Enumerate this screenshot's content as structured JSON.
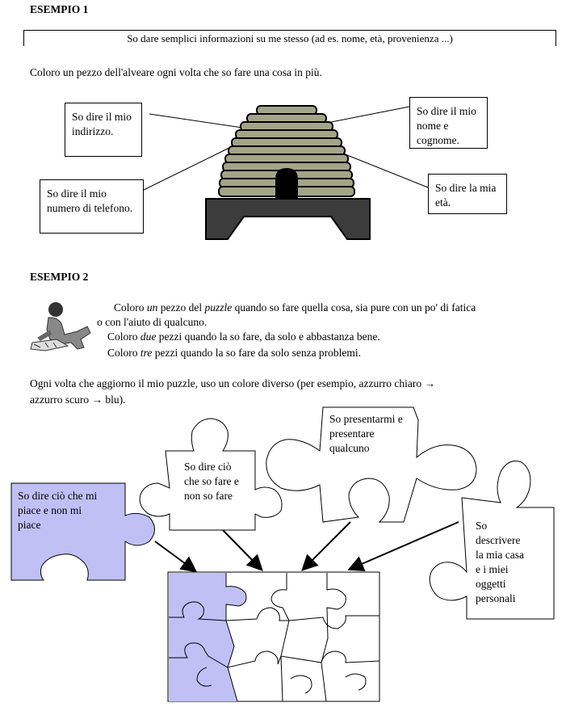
{
  "example1": {
    "heading": "ESEMPIO 1",
    "topic": "So dare semplici informazioni su me stesso (ad es. nome, età, provenienza ...)",
    "instruction": "Coloro un pezzo dell'alveare ogni volta che so fare una cosa in più.",
    "skills": {
      "address": "So dire il mio indirizzo.",
      "name": "So dire il mio nome e cognome.",
      "phone": "So dire il mio numero di telefono.",
      "age": "So dire la mia età."
    }
  },
  "example2": {
    "heading": "ESEMPIO 2",
    "line1_a": "Coloro ",
    "line1_em": "un",
    "line1_b": " pezzo del ",
    "line1_em2": "puzzle",
    "line1_c": " quando so fare quella cosa, sia pure con un po' di fatica",
    "line1_d": "o con l'aiuto di qualcuno.",
    "line2_a": "Coloro ",
    "line2_em": "due",
    "line2_b": " pezzi quando la so fare, da solo e abbastanza bene.",
    "line3_a": "Coloro ",
    "line3_em": "tre",
    "line3_b": " pezzi quando la so fare da solo senza problemi.",
    "update_line1": "Ogni volta che aggiorno il mio puzzle, uso un colore diverso (per esempio, azzurro chiaro →",
    "update_line2": "azzurro scuro → blu).",
    "pieces": {
      "likes": "So dire ciò che mi piace e non mi piace",
      "can_do": "So dire ciò che so fare e non so fare",
      "introduce": "So presentarmi e presentare qualcuno",
      "describe": "So descrivere la mia casa e i miei oggetti personali"
    }
  },
  "colors": {
    "hive_stripe": "#a3a58a",
    "stand": "#3c3c3c",
    "puzzle_fill": "#c0c0f5",
    "line": "#000000"
  }
}
